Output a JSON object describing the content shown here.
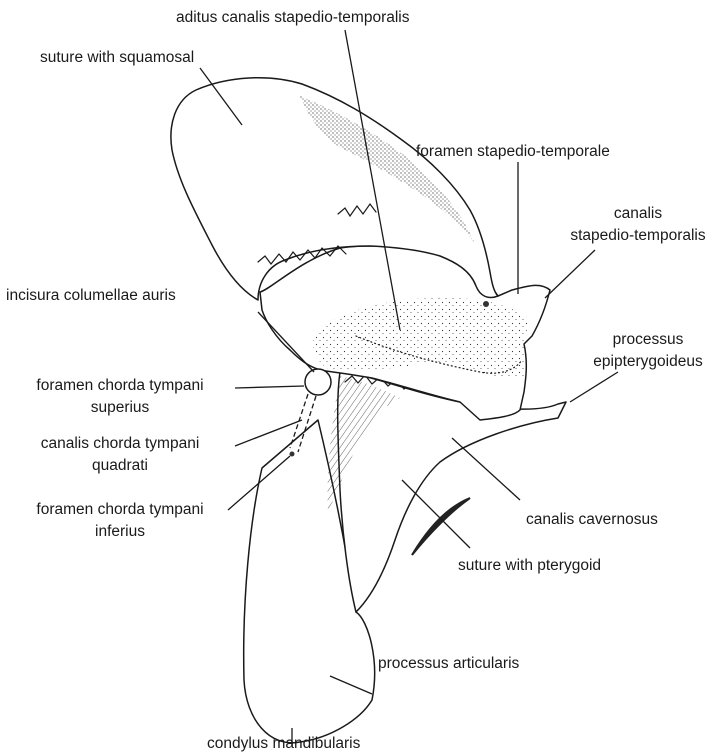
{
  "labels": {
    "aditus": "aditus canalis stapedio-temporalis",
    "suture_squamosal": "suture with squamosal",
    "foramen_stapedio": "foramen stapedio-temporale",
    "canalis_stapedio_1": "canalis",
    "canalis_stapedio_2": "stapedio-temporalis",
    "incisura": "incisura columellae auris",
    "foramen_chorda_sup_1": "foramen chorda tympani",
    "foramen_chorda_sup_2": "superius",
    "canalis_chorda_1": "canalis chorda tympani",
    "canalis_chorda_2": "quadrati",
    "foramen_chorda_inf_1": "foramen chorda tympani",
    "foramen_chorda_inf_2": "inferius",
    "processus_epi_1": "processus",
    "processus_epi_2": "epipterygoideus",
    "canalis_cavernosus": "canalis cavernosus",
    "suture_pterygoid": "suture with pterygoid",
    "processus_articularis": "processus articularis",
    "condylus": "condylus mandibularis"
  }
}
